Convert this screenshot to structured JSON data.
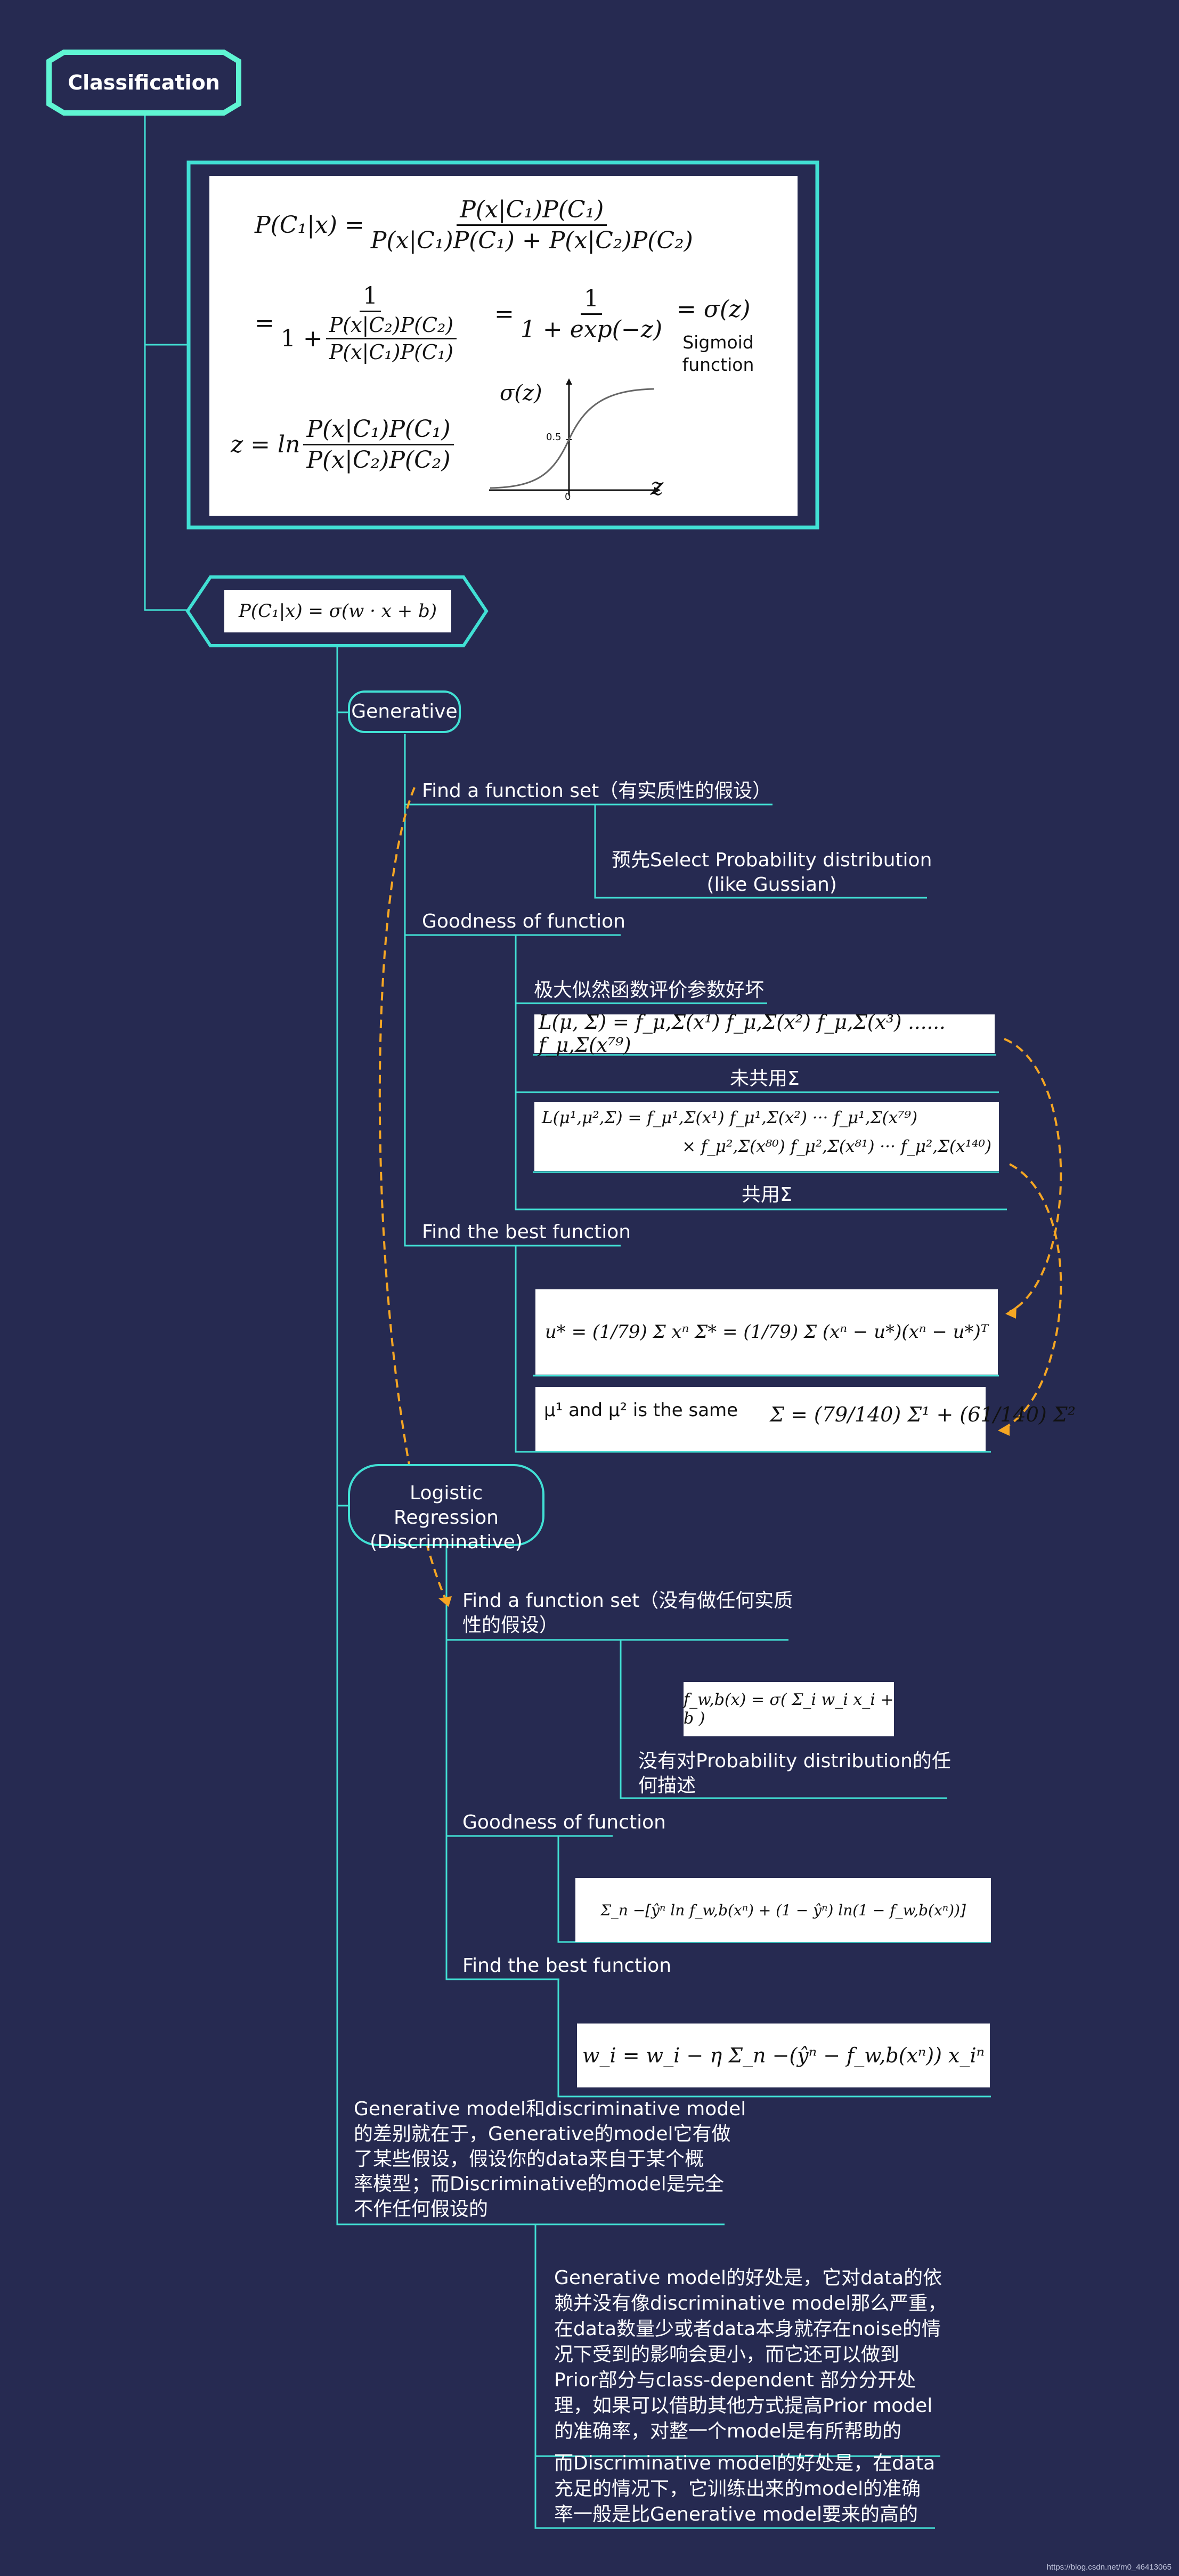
{
  "root": {
    "title": "Classification"
  },
  "posterior": {
    "lhs": "P(C₁|x) =",
    "num1": "P(x|C₁)P(C₁)",
    "den1": "P(x|C₁)P(C₁) + P(x|C₂)P(C₂)",
    "eq2_one": "1",
    "eq2_den_prefix": "1 +",
    "eq2_inner_num": "P(x|C₂)P(C₂)",
    "eq2_inner_den": "P(x|C₁)P(C₁)",
    "eq3_one": "1",
    "eq3_den": "1 + exp(−z)",
    "eq4": "= σ(z)",
    "sigmoid_label": "Sigmoid\nfunction",
    "z_lhs": "z = ln",
    "z_num": "P(x|C₁)P(C₁)",
    "z_den": "P(x|C₂)P(C₂)",
    "plot_ylabel": "σ(z)",
    "plot_mid": "0.5",
    "plot_zero": "0",
    "plot_xlabel": "z"
  },
  "model": {
    "formula": "P(C₁|x) = σ(w · x + b)"
  },
  "generative": {
    "label": "Generative",
    "find_set": "Find a function set（有实质性的假设）",
    "find_set_note": "预先Select Probability distribution\n(like Gussian)",
    "goodness": "Goodness of function",
    "mle_label": "极大似然函数评价参数好坏",
    "likelihood_1": "L(μ, Σ)  = f_μ,Σ(x¹) f_μ,Σ(x²) f_μ,Σ(x³) ...... f_μ,Σ(x⁷⁹)",
    "not_shared": "未共用Σ",
    "likelihood_2a": "L(μ¹,μ²,Σ) = f_μ¹,Σ(x¹) f_μ¹,Σ(x²) ··· f_μ¹,Σ(x⁷⁹)",
    "likelihood_2b": "× f_μ²,Σ(x⁸⁰) f_μ²,Σ(x⁸¹) ··· f_μ²,Σ(x¹⁴⁰)",
    "shared": "共用Σ",
    "best": "Find the best function",
    "best_formula": "u* = (1/79) Σ xⁿ     Σ* = (1/79) Σ (xⁿ − u*)(xⁿ − u*)ᵀ",
    "same_text": "μ¹ and μ² is the same",
    "same_formula": "Σ = (79/140) Σ¹ + (61/140) Σ²"
  },
  "discriminative": {
    "label": "Logistic Regression\n(Discriminative)",
    "find_set": "Find a function set（没有做任何实质\n性的假设）",
    "fset_formula": "f_w,b(x) = σ( Σ_i w_i x_i + b )",
    "note": "没有对Probability distribution的任\n何描述",
    "goodness": "Goodness of function",
    "goodness_formula": "Σ_n −[ŷⁿ ln f_w,b(xⁿ) + (1 − ŷⁿ) ln(1 − f_w,b(xⁿ))]",
    "best": "Find the best function",
    "best_formula": "w_i = w_i − η Σ_n −(ŷⁿ − f_w,b(xⁿ)) x_iⁿ"
  },
  "comparison": {
    "diff": "Generative model和discriminative model\n的差别就在于，Generative的model它有做\n了某些假设，假设你的data来自于某个概\n率模型；而Discriminative的model是完全\n不作任何假设的",
    "gen_adv": "Generative model的好处是，它对data的依\n赖并没有像discriminative model那么严重，\n在data数量少或者data本身就存在noise的情\n况下受到的影响会更小，而它还可以做到\nPrior部分与class-dependent   部分分开处\n理，如果可以借助其他方式提高Prior model\n的准确率，对整一个model是有所帮助的",
    "disc_adv": "而Discriminative model的好处是，在data\n充足的情况下，它训练出来的model的准确\n率一般是比Generative model要来的高的"
  },
  "footer": "https://blog.csdn.net/m0_46413065",
  "colors": {
    "background": "#262a51",
    "accent": "#41e0d4",
    "arrow": "#f5a623"
  }
}
